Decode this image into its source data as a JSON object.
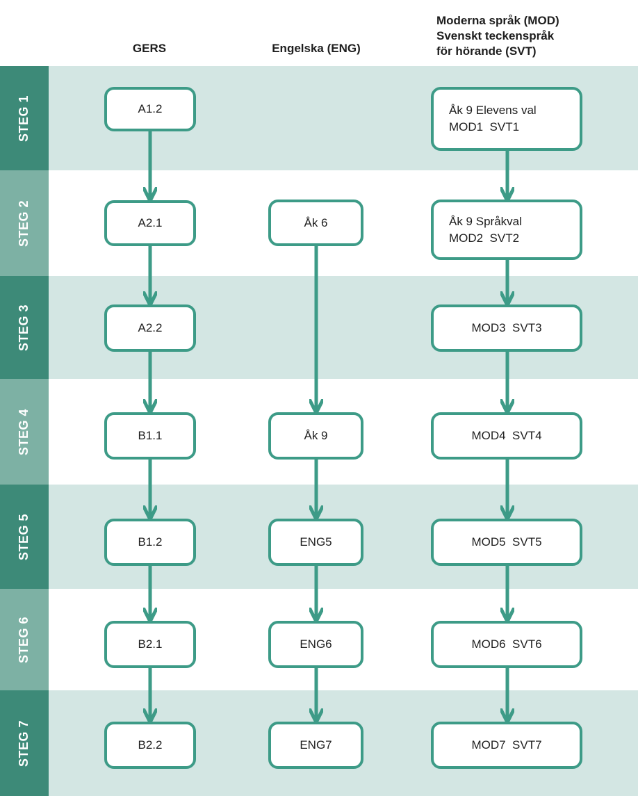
{
  "headers": {
    "gers": "GERS",
    "eng": "Engelska (ENG)",
    "mod_line1": "Moderna språk (MOD)",
    "mod_line2": "Svenskt teckenspråk",
    "mod_line3": "för hörande (SVT)"
  },
  "steps": [
    "STEG 1",
    "STEG 2",
    "STEG 3",
    "STEG 4",
    "STEG 5",
    "STEG 6",
    "STEG 7"
  ],
  "gers": [
    "A1.2",
    "A2.1",
    "A2.2",
    "B1.1",
    "B1.2",
    "B2.1",
    "B2.2"
  ],
  "eng": {
    "step2": "Åk 6",
    "step4": "Åk 9",
    "step5": "ENG5",
    "step6": "ENG6",
    "step7": "ENG7"
  },
  "mod": {
    "step1_line1": "Åk 9 Elevens val",
    "step1_line2": "MOD1  SVT1",
    "step2_line1": "Åk 9 Språkval",
    "step2_line2": "MOD2  SVT2",
    "step3": "MOD3  SVT3",
    "step4": "MOD4  SVT4",
    "step5": "MOD5  SVT5",
    "step6": "MOD6  SVT6",
    "step7": "MOD7  SVT7"
  },
  "colors": {
    "step_dark": "#3d8a78",
    "step_light": "#7db1a4",
    "band_shaded": "#d3e6e3",
    "node_border": "#3d9b87",
    "arrow": "#3d9b87"
  }
}
